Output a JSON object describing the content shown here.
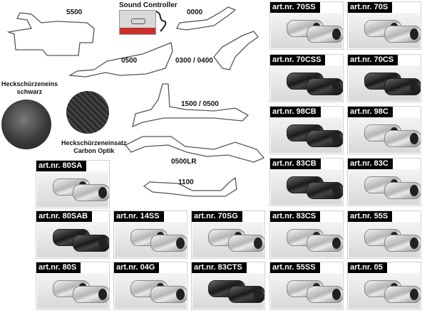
{
  "diagram": {
    "part_5500": "5500",
    "part_0000": "0000",
    "part_0500": "0500",
    "part_0300_0400": "0300 / 0400",
    "part_1500_0500": "1500 / 0500",
    "part_0500lr": "0500LR",
    "part_1100": "1100"
  },
  "sound_controller": {
    "title": "Sound Controller"
  },
  "skirts": {
    "black_label": "Heckschürzeneins\nschwarz",
    "carbon_label": "Heckschürzeneinsatz\nCarbon Optik"
  },
  "products": [
    {
      "label": "art.nr. 70SS",
      "finish": "chrome"
    },
    {
      "label": "art.nr. 70S",
      "finish": "chrome"
    },
    {
      "label": "art.nr. 70CSS",
      "finish": "black"
    },
    {
      "label": "art.nr. 70CS",
      "finish": "black"
    },
    {
      "label": "art.nr. 98CB",
      "finish": "black"
    },
    {
      "label": "art.nr. 98C",
      "finish": "chrome"
    },
    {
      "label": "art.nr. 83CB",
      "finish": "black"
    },
    {
      "label": "art.nr. 83C",
      "finish": "chrome"
    },
    {
      "label": "art.nr. 80SA",
      "finish": "chrome"
    },
    {
      "label": "art.nr. 80SAB",
      "finish": "black"
    },
    {
      "label": "art.nr. 14SS",
      "finish": "chrome"
    },
    {
      "label": "art.nr. 70SG",
      "finish": "chrome"
    },
    {
      "label": "art.nr. 83CS",
      "finish": "chrome"
    },
    {
      "label": "art.nr. 55S",
      "finish": "chrome"
    },
    {
      "label": "art.nr. 80S",
      "finish": "chrome"
    },
    {
      "label": "art.nr. 04G",
      "finish": "chrome"
    },
    {
      "label": "art.nr. 83CTS",
      "finish": "black"
    },
    {
      "label": "art.nr. 55SS",
      "finish": "chrome"
    },
    {
      "label": "art.nr. 05",
      "finish": "chrome"
    }
  ]
}
